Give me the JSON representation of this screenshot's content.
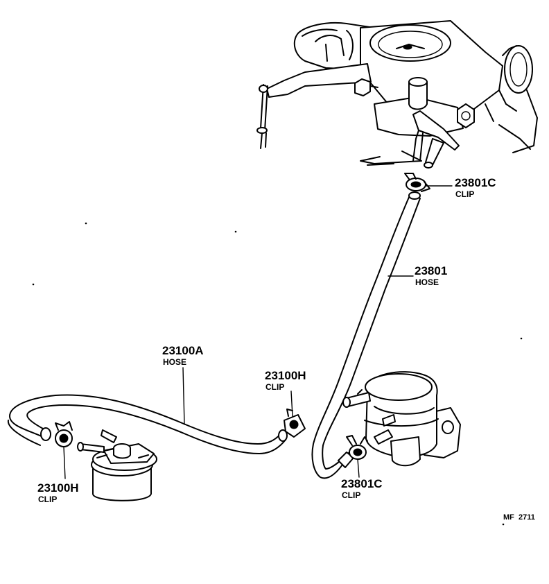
{
  "labels": {
    "clip_top": {
      "part_no": "23801C",
      "name": "CLIP"
    },
    "hose_right": {
      "part_no": "23801",
      "name": "HOSE"
    },
    "hose_left": {
      "part_no": "23100A",
      "name": "HOSE"
    },
    "clip_mid": {
      "part_no": "23100H",
      "name": "CLIP"
    },
    "clip_left": {
      "part_no": "23100H",
      "name": "CLIP"
    },
    "clip_bottom": {
      "part_no": "23801C",
      "name": "CLIP"
    }
  },
  "reference": "MF  2711"
}
